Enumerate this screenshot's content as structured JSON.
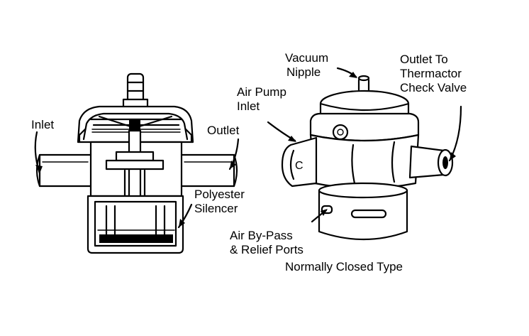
{
  "labels": {
    "inlet": "Inlet",
    "outlet": "Outlet",
    "polyester": "Polyester",
    "silencer": "Silencer",
    "vacuum": "Vacuum",
    "nipple": "Nipple",
    "outlet_to": "Outlet To",
    "thermactor": "Thermactor",
    "check_valve": "Check Valve",
    "air_pump": "Air Pump",
    "air_pump_inlet": "Inlet",
    "bypass": "Air By-Pass",
    "relief": "& Relief Ports",
    "type": "Normally Closed Type",
    "body_letter": "C"
  }
}
